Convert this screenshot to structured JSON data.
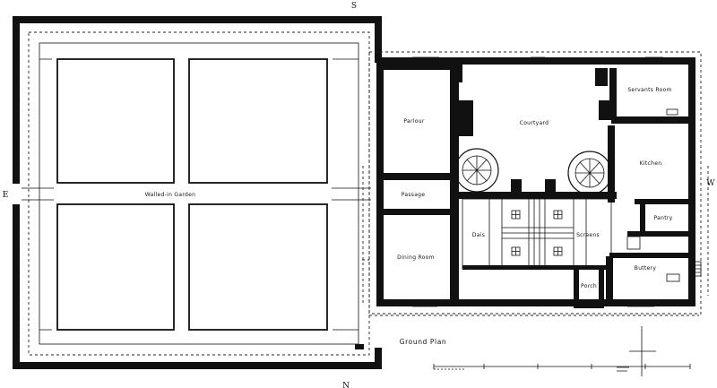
{
  "compass": {
    "south": "S",
    "north": "N",
    "east": "E",
    "west": "W"
  },
  "rooms": {
    "walled_garden": "Walled-in Garden",
    "parlour": "Parlour",
    "courtyard": "Courtyard",
    "servants_room": "Servants Room",
    "kitchen": "Kitchen",
    "passage": "Passage",
    "dais": "Dais",
    "screens": "Screens",
    "pantry": "Pantry",
    "dining_room": "Dining Room",
    "buttery": "Buttery",
    "porch": "Porch"
  },
  "plan_title": "Ground Plan"
}
